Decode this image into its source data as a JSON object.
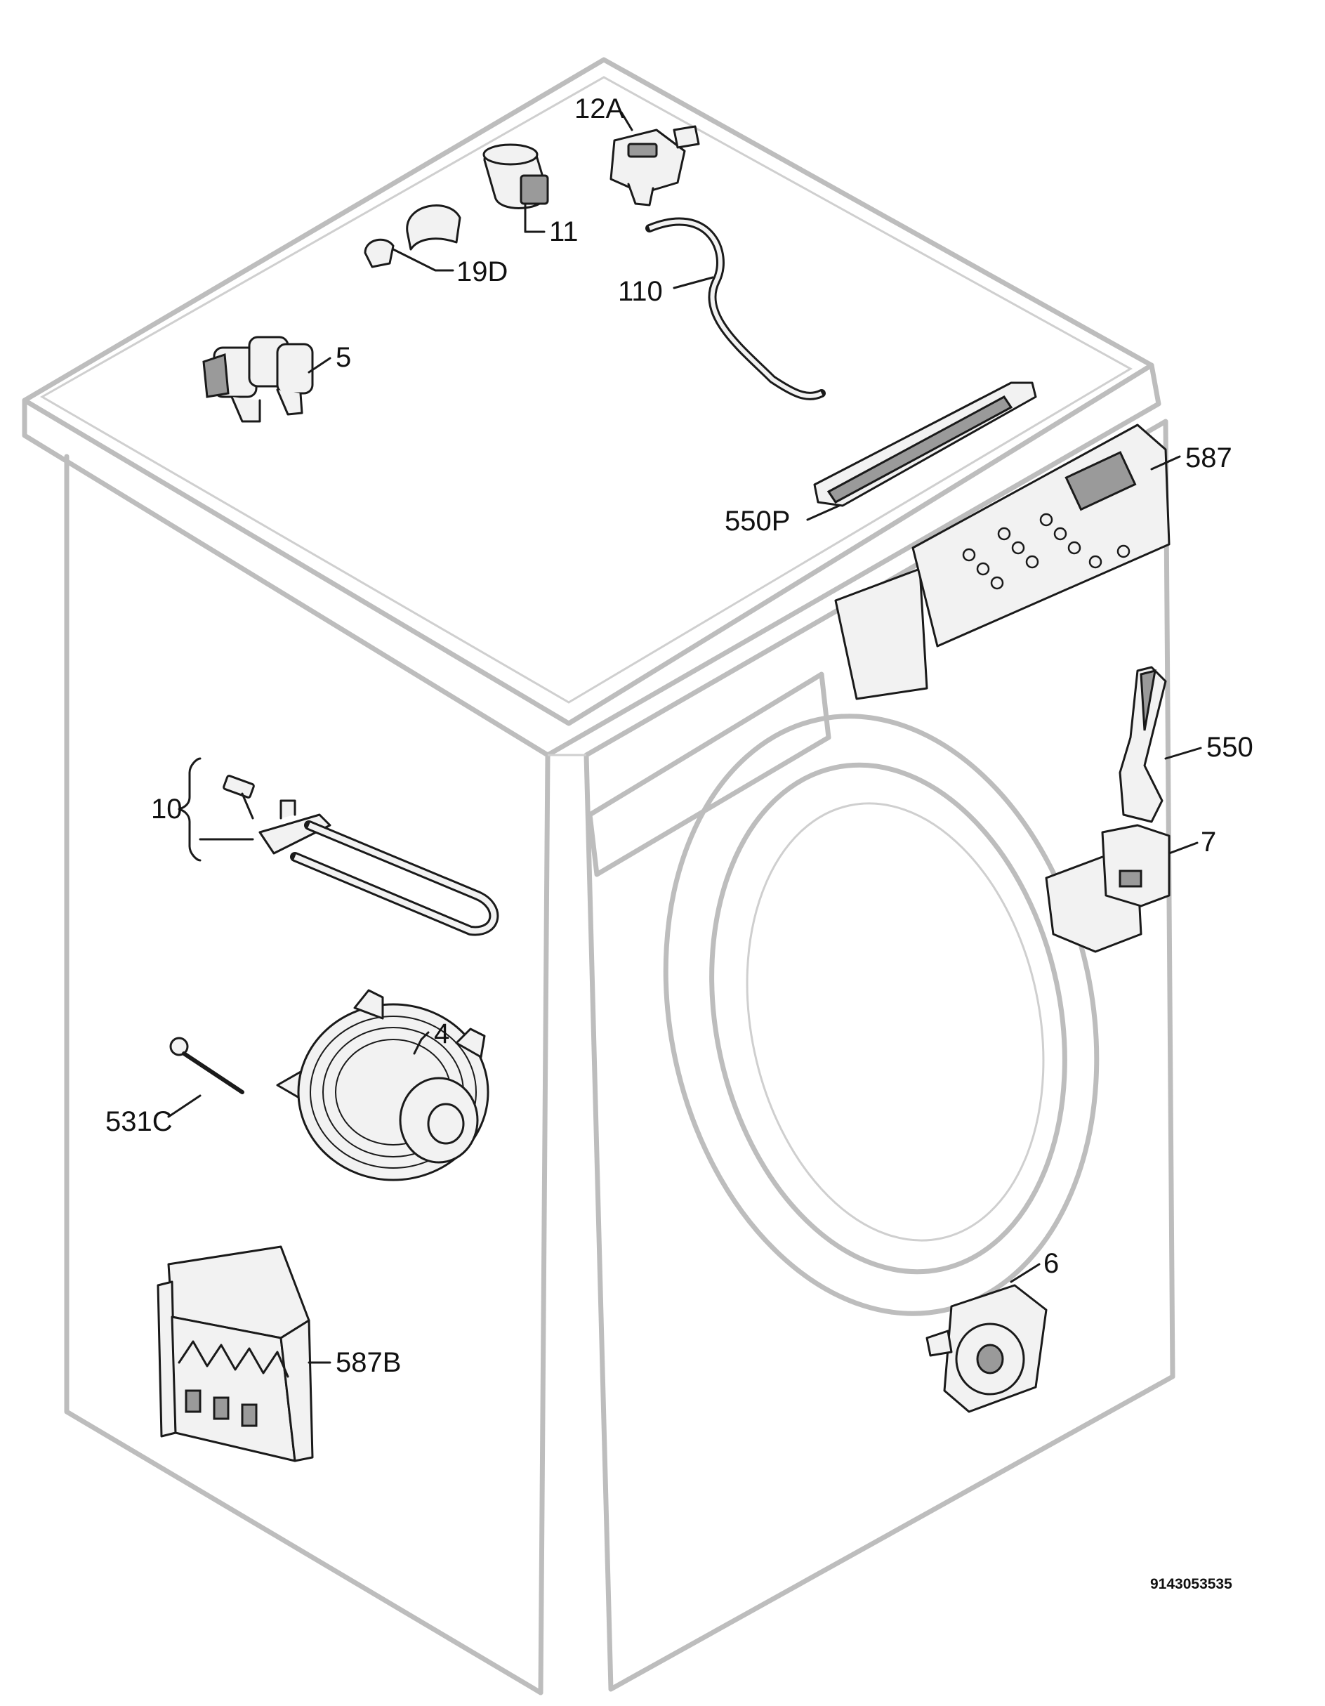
{
  "labels": {
    "p12A": "12A",
    "p11": "11",
    "p19D": "19D",
    "p110": "110",
    "p5": "5",
    "p587": "587",
    "p550P": "550P",
    "p550": "550",
    "p7": "7",
    "p10": "10",
    "p4": "4",
    "p531C": "531C",
    "p6": "6",
    "p587B": "587B"
  },
  "drawing_code": "9143053535",
  "colors": {
    "cabinet_outline": "#bdbdbd",
    "part_stroke": "#1a1a1a",
    "background": "#ffffff"
  }
}
